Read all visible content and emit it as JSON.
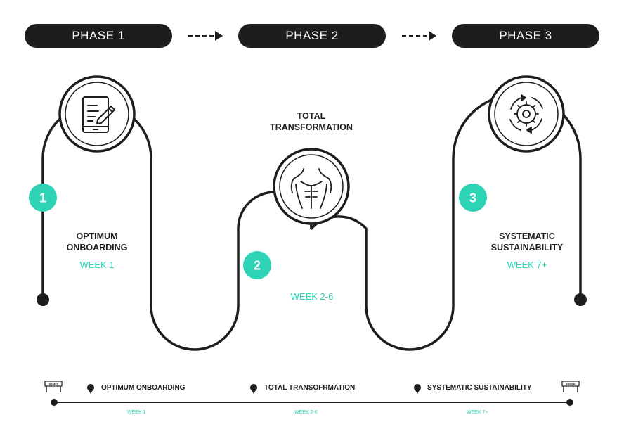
{
  "phases": [
    {
      "label": "PHASE 1"
    },
    {
      "label": "PHASE 2"
    },
    {
      "label": "PHASE 3"
    }
  ],
  "steps": [
    {
      "number": "1",
      "title_line1": "OPTIMUM",
      "title_line2": "ONBOARDING",
      "week": "WEEK 1",
      "icon": "document-edit-icon"
    },
    {
      "number": "2",
      "title_line1": "TOTAL",
      "title_line2": "TRANSFORMATION",
      "week": "WEEK 2-6",
      "icon": "torso-icon"
    },
    {
      "number": "3",
      "title_line1": "SYSTEMATIC",
      "title_line2": "SUSTAINABILITY",
      "week": "WEEK 7+",
      "icon": "gear-cycle-icon"
    }
  ],
  "timeline": {
    "start_label": "START",
    "finish_label": "FINISH",
    "items": [
      {
        "label": "OPTIMUM ONBOARDING",
        "week": "WEEK 1"
      },
      {
        "label": "TOTAL TRANSOFRMATION",
        "week": "WEEK 2-6"
      },
      {
        "label": "SYSTEMATIC SUSTAINABILITY",
        "week": "WEEK 7+"
      }
    ]
  },
  "colors": {
    "dark": "#1d1d1d",
    "accent": "#2ed2b4",
    "background": "#ffffff"
  }
}
